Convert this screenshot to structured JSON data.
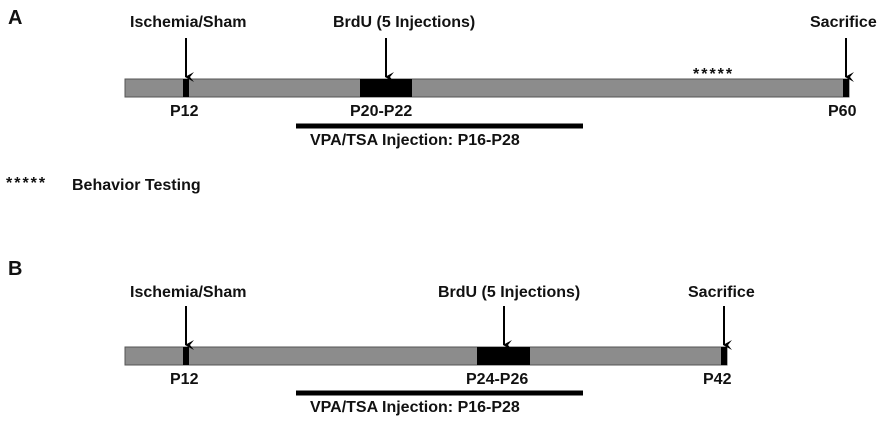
{
  "panel_a": {
    "letter": "A",
    "ischemia_label": "Ischemia/Sham",
    "brdu_label": "BrdU (5 Injections)",
    "sacrifice_label": "Sacrifice",
    "stars": "*****",
    "p_start": "P12",
    "p_brdu": "P20-P22",
    "p_end": "P60",
    "injection_label": "VPA/TSA Injection: P16-P28"
  },
  "legend": {
    "stars": "*****",
    "text": "Behavior Testing"
  },
  "panel_b": {
    "letter": "B",
    "ischemia_label": "Ischemia/Sham",
    "brdu_label": "BrdU (5 Injections)",
    "sacrifice_label": "Sacrifice",
    "p_start": "P12",
    "p_brdu": "P24-P26",
    "p_end": "P42",
    "injection_label": "VPA/TSA Injection: P16-P28"
  },
  "colors": {
    "timeline_bar": "#8c8c8c",
    "marker": "#000000",
    "text": "#111111"
  }
}
